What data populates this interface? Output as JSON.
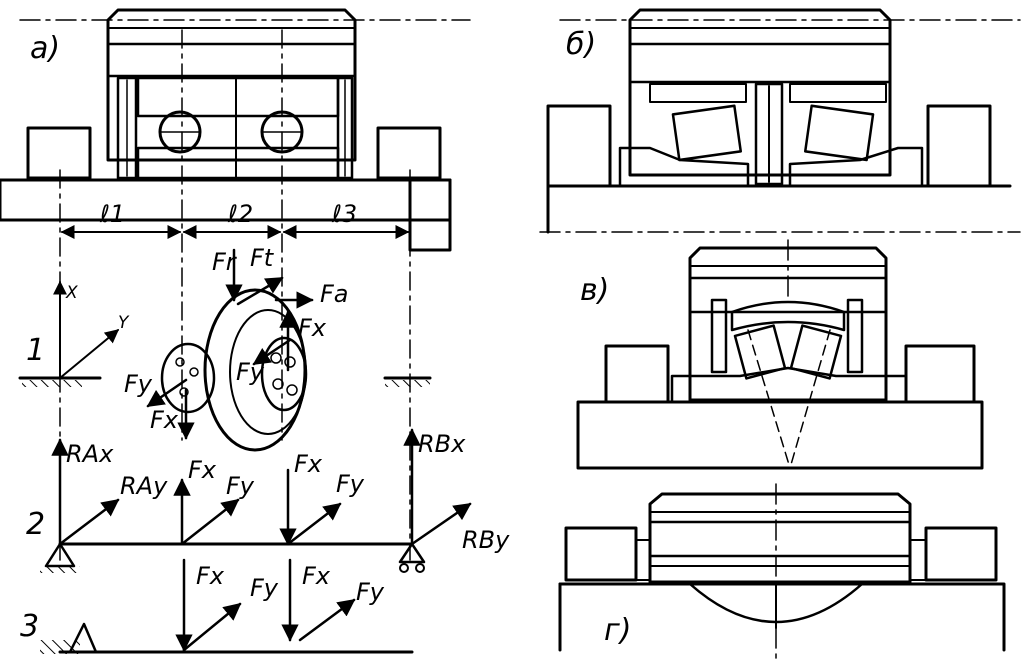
{
  "labels": {
    "fig_a": "а)",
    "fig_b": "б)",
    "fig_v": "в)",
    "fig_g": "г)",
    "l1": "ℓ1",
    "l2": "ℓ2",
    "l3": "ℓ3",
    "scheme_1": "1",
    "scheme_2": "2",
    "scheme_3": "3",
    "axis_x": "X",
    "axis_y": "Y",
    "fr": "Fr",
    "ft": "Ft",
    "fa": "Fa",
    "fx": "Fx",
    "fy": "Fy",
    "rax": "RAx",
    "ray": "RAy",
    "rbx": "RBx",
    "rby": "RBy"
  }
}
